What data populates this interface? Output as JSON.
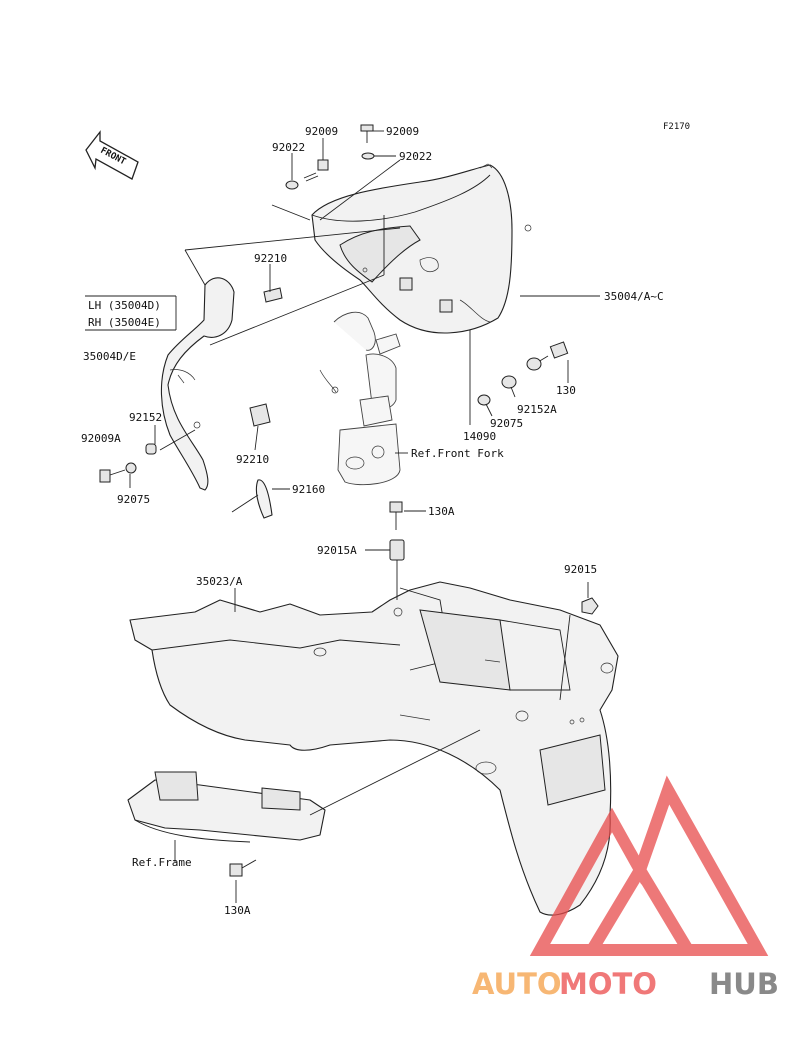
{
  "diagram": {
    "code": "F2170",
    "front_label": "FRONT",
    "side_box": {
      "lh": "LH (35004D)",
      "rh": "RH (35004E)"
    },
    "callouts": [
      {
        "id": "92009_a",
        "text": "92009"
      },
      {
        "id": "92009_b",
        "text": "92009"
      },
      {
        "id": "92022_a",
        "text": "92022"
      },
      {
        "id": "92022_b",
        "text": "92022"
      },
      {
        "id": "92210_a",
        "text": "92210"
      },
      {
        "id": "92210_b",
        "text": "92210"
      },
      {
        "id": "35004_ac",
        "text": "35004/A~C"
      },
      {
        "id": "35004de",
        "text": "35004D/E"
      },
      {
        "id": "130",
        "text": "130"
      },
      {
        "id": "92152a",
        "text": "92152A"
      },
      {
        "id": "92075_a",
        "text": "92075"
      },
      {
        "id": "14090",
        "text": "14090"
      },
      {
        "id": "92152",
        "text": "92152"
      },
      {
        "id": "92009a",
        "text": "92009A"
      },
      {
        "id": "92075_b",
        "text": "92075"
      },
      {
        "id": "ref_front_fork",
        "text": "Ref.Front Fork"
      },
      {
        "id": "92160",
        "text": "92160"
      },
      {
        "id": "130a_a",
        "text": "130A"
      },
      {
        "id": "92015a",
        "text": "92015A"
      },
      {
        "id": "35023a",
        "text": "35023/A"
      },
      {
        "id": "92015",
        "text": "92015"
      },
      {
        "id": "ref_frame",
        "text": "Ref.Frame"
      },
      {
        "id": "130a_b",
        "text": "130A"
      }
    ]
  },
  "watermark": {
    "part1": "AUTO",
    "part2": "MOTO",
    "part3": "HUB"
  },
  "colors": {
    "wm_orange": "#f7b066",
    "wm_red": "#ef6a6a",
    "wm_grey": "#7d7d7d",
    "logo_red": "#e84b4b"
  }
}
